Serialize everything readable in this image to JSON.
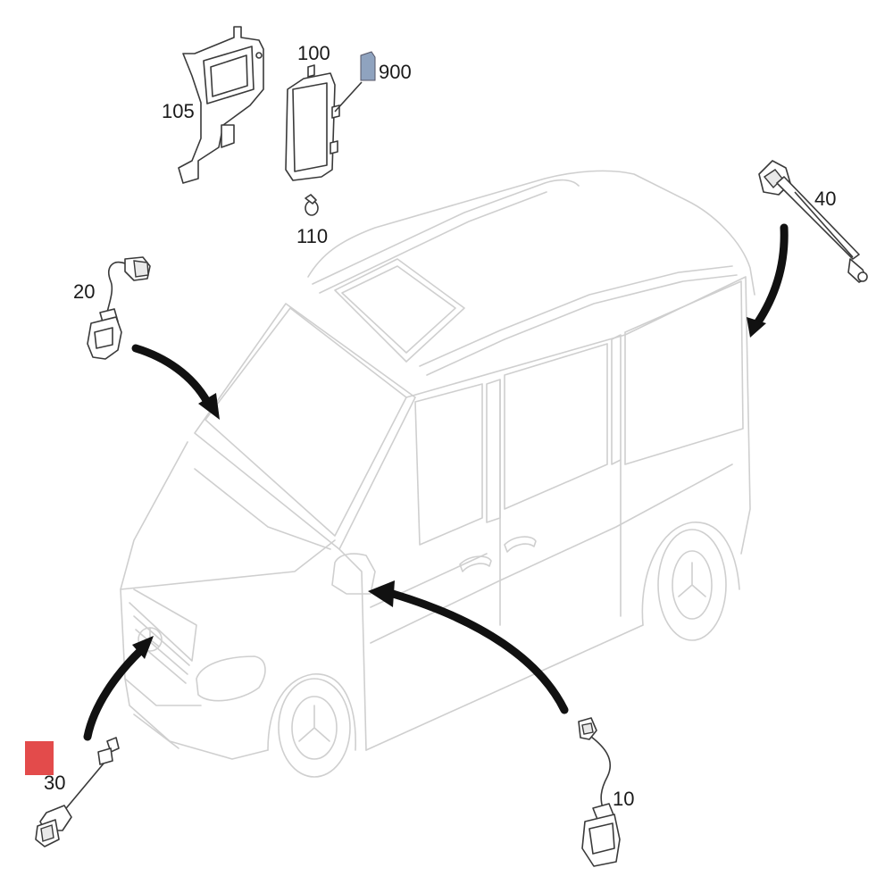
{
  "labels": {
    "p100": "100",
    "p105": "105",
    "p110": "110",
    "p900": "900",
    "p20": "20",
    "p40": "40",
    "p30": "30",
    "p10": "10"
  },
  "colors": {
    "marker_900": "#8fa3bf",
    "marker_30": "#e34b4b"
  }
}
